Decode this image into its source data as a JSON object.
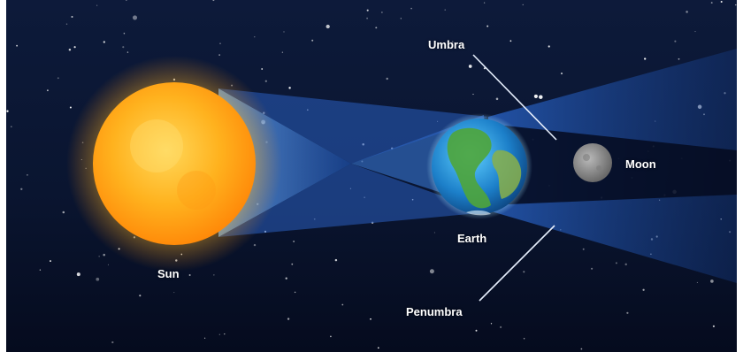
{
  "labels": {
    "umbra": "Umbra",
    "moon": "Moon",
    "earth": "Earth",
    "sun": "Sun",
    "penumbra": "Penumbra"
  },
  "bodies": [
    {
      "name": "sun",
      "icon": "sun-icon"
    },
    {
      "name": "earth",
      "icon": "earth-icon"
    },
    {
      "name": "moon",
      "icon": "moon-icon"
    }
  ],
  "colors": {
    "space_top": "#0d1a3a",
    "space_bottom": "#050b1e",
    "shadow_blue": "#2f6fd6",
    "sun_core": "#ffd23a",
    "sun_edge": "#ff8c0a"
  }
}
